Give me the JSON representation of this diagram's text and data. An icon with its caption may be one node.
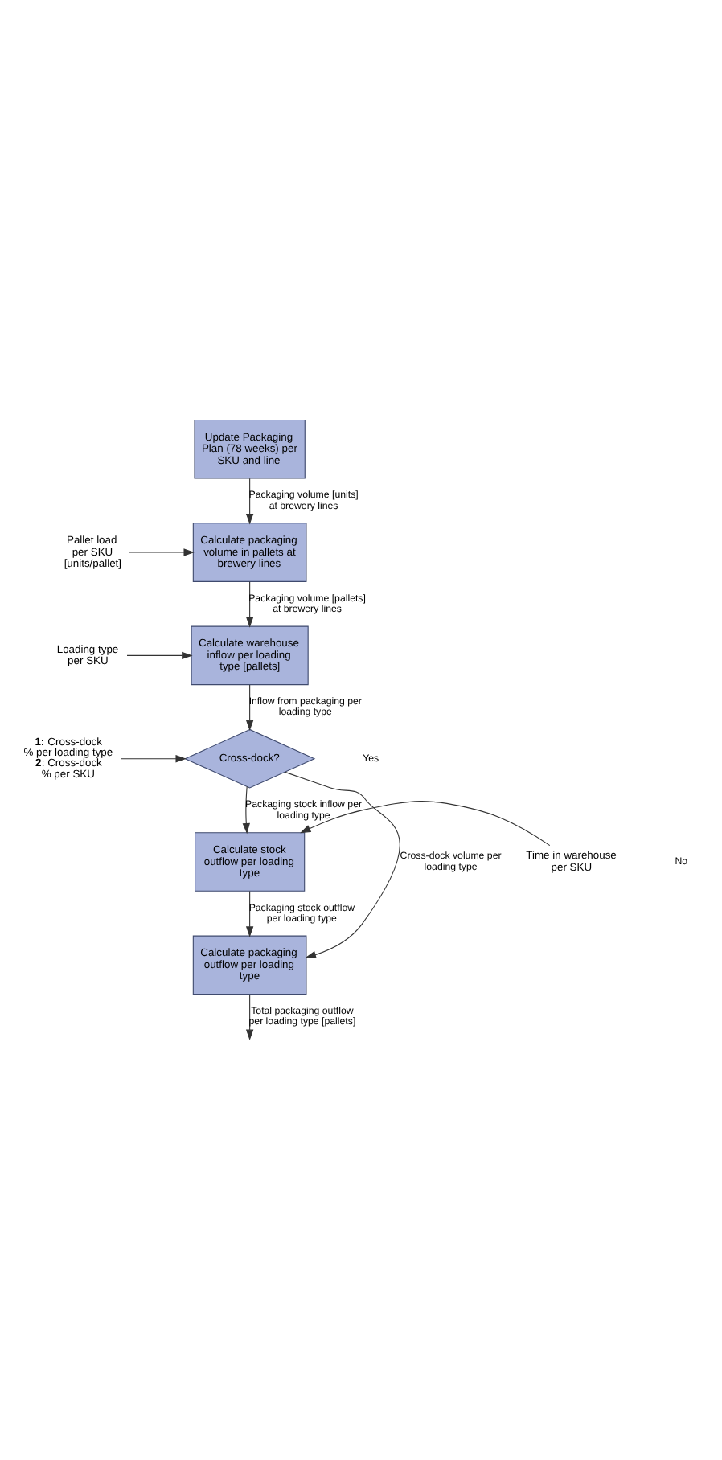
{
  "diagram": {
    "nodes": [
      {
        "text": [
          "Update Packaging Plan (78 weeks) per SKU and line"
        ]
      },
      {
        "text": [
          "Calculate packaging volume in pallets at brewery lines"
        ]
      },
      {
        "text": [
          "Pallet load per SKU [units/pallet]"
        ]
      },
      {
        "text": [
          "Calculate warehouse inflow per loading type [pallets]"
        ]
      },
      {
        "text": [
          "Loading type per SKU"
        ]
      },
      {
        "text": [
          "Cross-dock?"
        ]
      },
      {
        "text": [
          "**1:** Cross-dock % per loading type **2**: Cross-dock % per SKU"
        ]
      },
      {
        "text": [
          "Calculate stock outflow per loading type"
        ]
      },
      {
        "text": [
          "Time in warehouse per SKU"
        ]
      },
      {
        "text": [
          "Calculate packaging outflow per loading type"
        ]
      }
    ],
    "edges": [
      {
        "from": 0,
        "to": 1,
        "arrow": "to",
        "label": "Packaging volume [units] at brewery lines"
      },
      {
        "from": 2,
        "to": 1,
        "arrow": "to"
      },
      {
        "from": 1,
        "to": 3,
        "arrow": "to",
        "label": "Packaging volume [pallets] at brewery lines"
      },
      {
        "from": 4,
        "to": 3,
        "arrow": "to"
      },
      {
        "from": 3,
        "to": 5,
        "arrow": "to",
        "label": "Inflow from packaging per loading type"
      },
      {
        "from": 6,
        "to": 5,
        "arrow": "to"
      },
      {
        "from": 5,
        "to": 7,
        "arrow": "to",
        "label": "Packaging stock inflow per loading type"
      },
      {
        "from": 5,
        "to": 9,
        "arrow": "to",
        "label": "Cross-dock volume per loading type"
      },
      {
        "from": 8,
        "to": 7,
        "arrow": "to"
      },
      {
        "from": 7,
        "to": 9,
        "arrow": "to",
        "label": "Packaging stock outflow per loading type"
      },
      {
        "from": 9,
        "to": null,
        "arrow": "to",
        "label": "Total packaging outflow per loading type [pallets]"
      }
    ],
    "labels": [
      "Yes",
      "No"
    ]
  }
}
